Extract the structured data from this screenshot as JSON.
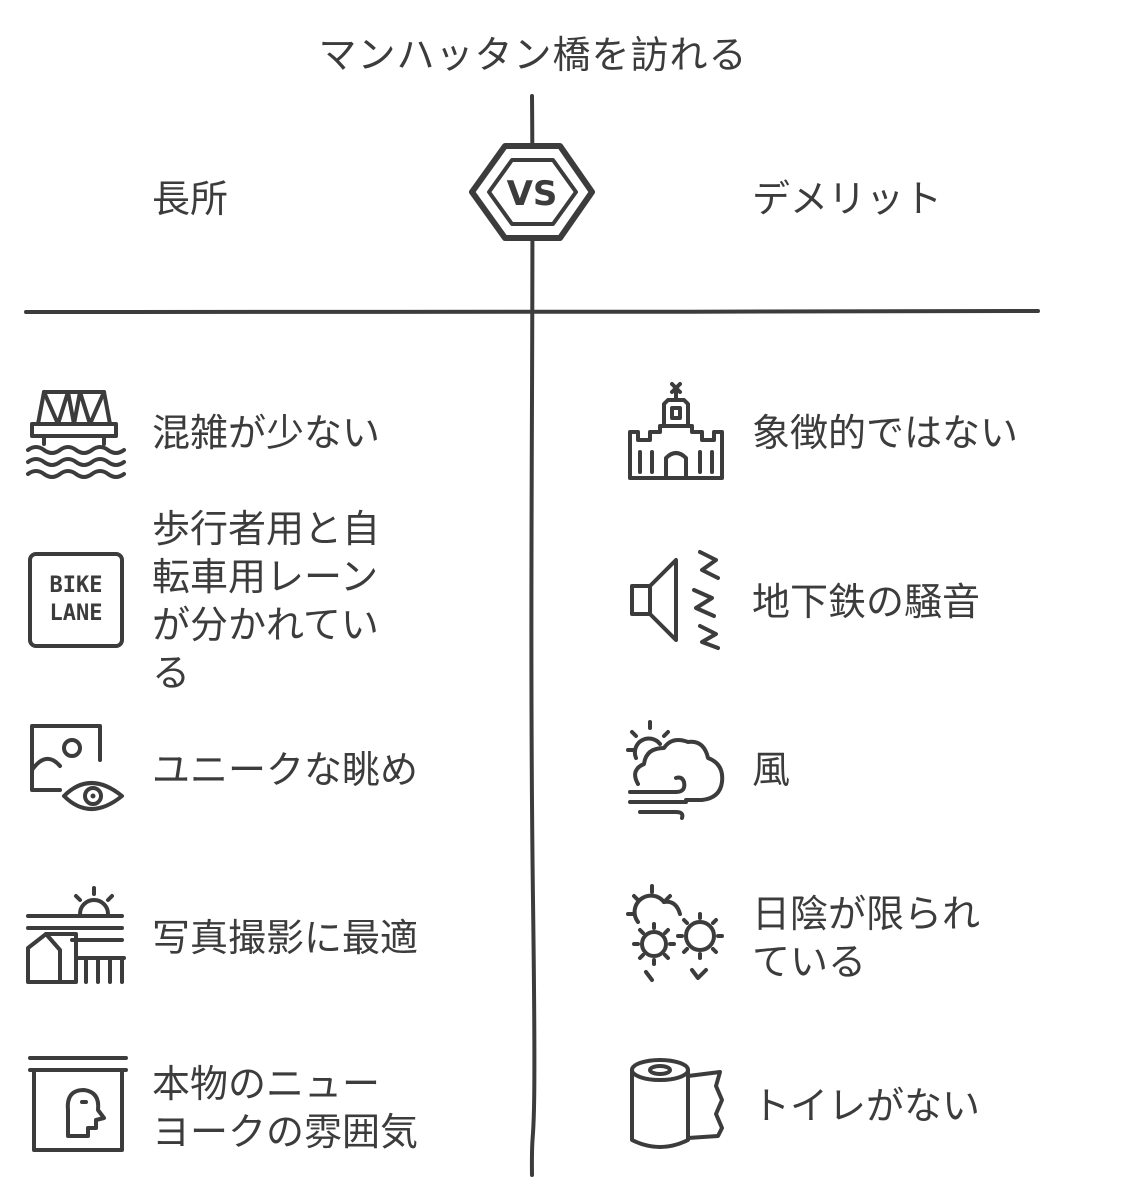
{
  "title": "マンハッタン橋を訪れる",
  "vs_label": "VS",
  "pros_heading": "長所",
  "cons_heading": "デメリット",
  "pros": [
    {
      "text": "混雑が少ない",
      "icon": "bridge-over-water-icon"
    },
    {
      "text": "歩行者用と自\n転車用レーン\nが分かれてい\nる",
      "icon": "bike-lane-sign-icon",
      "icon_text_top": "BIKE",
      "icon_text_bottom": "LANE"
    },
    {
      "text": "ユニークな眺め",
      "icon": "picture-with-eye-icon"
    },
    {
      "text": "写真撮影に最適",
      "icon": "barn-landscape-sunrise-icon"
    },
    {
      "text": "本物のニュー\nヨークの雰囲気",
      "icon": "new-yorker-sign-icon"
    }
  ],
  "cons": [
    {
      "text": "象徴的ではない",
      "icon": "castle-icon"
    },
    {
      "text": "地下鉄の騒音",
      "icon": "loud-speaker-icon"
    },
    {
      "text": "風",
      "icon": "windy-cloud-icon"
    },
    {
      "text": "日陰が限られ\nている",
      "icon": "sun-and-cloud-icon"
    },
    {
      "text": "トイレがない",
      "icon": "toilet-paper-icon"
    }
  ],
  "colors": {
    "ink": "#3c3c3c",
    "background": "#ffffff"
  }
}
